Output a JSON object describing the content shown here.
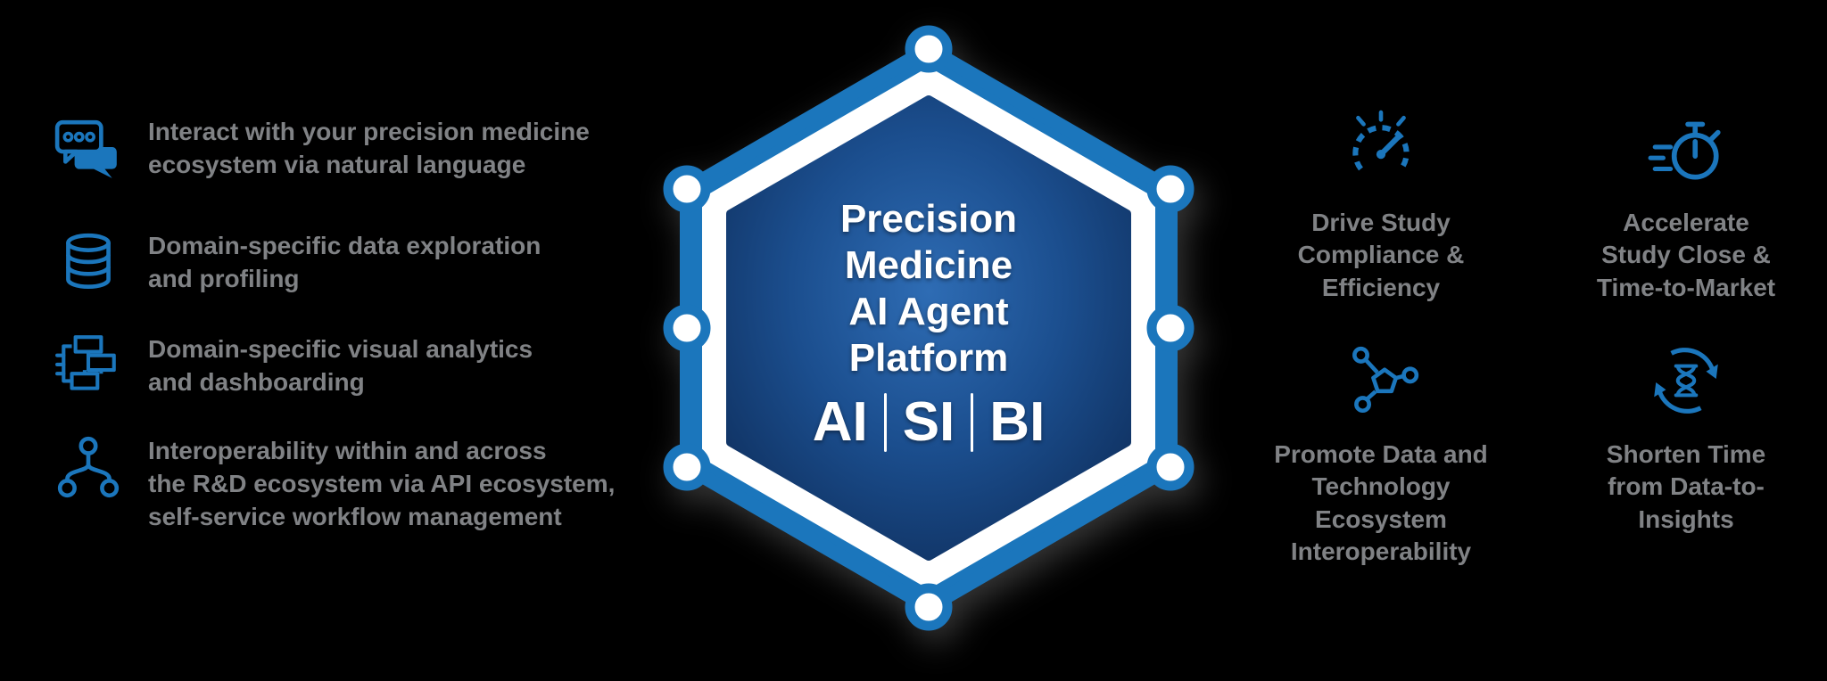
{
  "colors": {
    "background": "#000000",
    "accent_blue": "#1B76BC",
    "text_gray": "#808285",
    "hex_inner_center": "#2E6CB4",
    "hex_inner_mid": "#1B4E8E",
    "hex_inner_edge": "#0D2B57",
    "white": "#FFFFFF"
  },
  "left_features": [
    {
      "icon": "chat-icon",
      "text": "Interact with your precision medicine\necosystem via natural language"
    },
    {
      "icon": "database-icon",
      "text": "Domain-specific data exploration\nand profiling"
    },
    {
      "icon": "analytics-icon",
      "text": "Domain-specific visual analytics\nand dashboarding"
    },
    {
      "icon": "network-icon",
      "text": "Interoperability within and across\nthe R&D ecosystem via API ecosystem,\nself-service workflow management"
    }
  ],
  "hexagon": {
    "title": "Precision\nMedicine\nAI Agent\nPlatform",
    "badges": [
      "AI",
      "SI",
      "BI"
    ]
  },
  "right_benefits": [
    {
      "icon": "gauge-icon",
      "text": "Drive Study\nCompliance &\nEfficiency"
    },
    {
      "icon": "stopwatch-icon",
      "text": "Accelerate\nStudy Close &\nTime-to-Market"
    },
    {
      "icon": "molecule-icon",
      "text": "Promote Data and\nTechnology\nEcosystem\nInteroperability"
    },
    {
      "icon": "cycle-hourglass-icon",
      "text": "Shorten Time\nfrom Data-to-\nInsights"
    }
  ]
}
